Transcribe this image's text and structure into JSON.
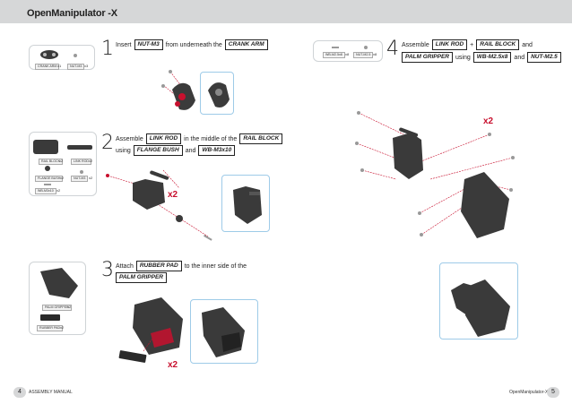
{
  "header": {
    "brand": "OpenManipulator -X"
  },
  "step1": {
    "number": "1",
    "text_insert": "Insert",
    "part_nut": "NUT-M3",
    "text_from": "from underneath the",
    "part_crank": "CRANK ARM",
    "parts": [
      {
        "label": "CRANK ARM",
        "qty": "x1"
      },
      {
        "label": "NUT-M3",
        "qty": "x3"
      }
    ]
  },
  "step2": {
    "number": "2",
    "text_assemble": "Assemble",
    "part_link": "LINK ROD",
    "text_middle": "in the middle of the",
    "part_rail": "RAIL BLOCK",
    "text_using": "using",
    "part_flange": "FLANGE BUSH",
    "text_and": "and",
    "part_screw": "WB-M3x10",
    "parts": [
      {
        "label": "RAIL BLOCK",
        "qty": "x2"
      },
      {
        "label": "LINK ROD",
        "qty": "x2"
      },
      {
        "label": "FLANGE BUSH",
        "qty": "x2"
      },
      {
        "label": "NUT-M3",
        "qty": "x2"
      },
      {
        "label": "WB-M3x10",
        "qty": "x2"
      }
    ],
    "multiplier": "x2"
  },
  "step3": {
    "number": "3",
    "text_attach": "Attach",
    "part_pad": "RUBBER PAD",
    "text_inner": "to the inner side of the",
    "part_palm": "PALM GRIPPER",
    "parts": [
      {
        "label": "PALM GRIPPER",
        "qty": "x2"
      },
      {
        "label": "RUBBER PAD",
        "qty": "x2"
      }
    ],
    "multiplier": "x2"
  },
  "step4": {
    "number": "4",
    "text_assemble": "Assemble",
    "part_link": "LINK ROD",
    "plus": "+",
    "part_rail": "RAIL BLOCK",
    "text_and": "and",
    "part_palm": "PALM GRIPPER",
    "text_using": "using",
    "part_screw": "WB-M2.5x8",
    "text_and2": "and",
    "part_nut": "NUT-M2.5",
    "parts": [
      {
        "label": "WB-M2.5x8",
        "qty": "x8"
      },
      {
        "label": "NUT-M2.5",
        "qty": "x8"
      }
    ],
    "multiplier": "x2"
  },
  "footer": {
    "left_page": "4",
    "left_text": "ASSEMBLY MANUAL",
    "right_text": "OpenManipulator-X",
    "right_page": "5"
  }
}
